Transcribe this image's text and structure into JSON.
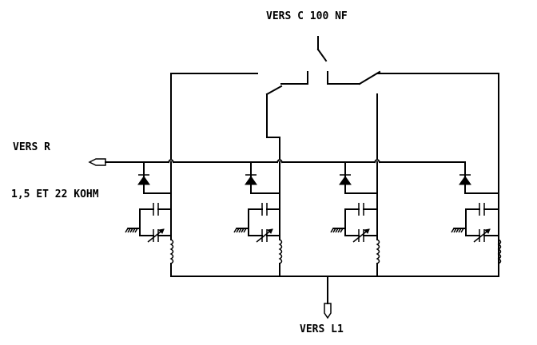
{
  "labels": {
    "top": "VERS C 100 NF",
    "left_top": "VERS R",
    "left_bottom": "1,5 ET 22 KOHM",
    "bottom": "VERS L1"
  },
  "stages": [
    {
      "name": "stage-1"
    },
    {
      "name": "stage-2"
    },
    {
      "name": "stage-3"
    },
    {
      "name": "stage-4"
    }
  ],
  "colors": {
    "ink": "#000000",
    "background": "#ffffff"
  }
}
